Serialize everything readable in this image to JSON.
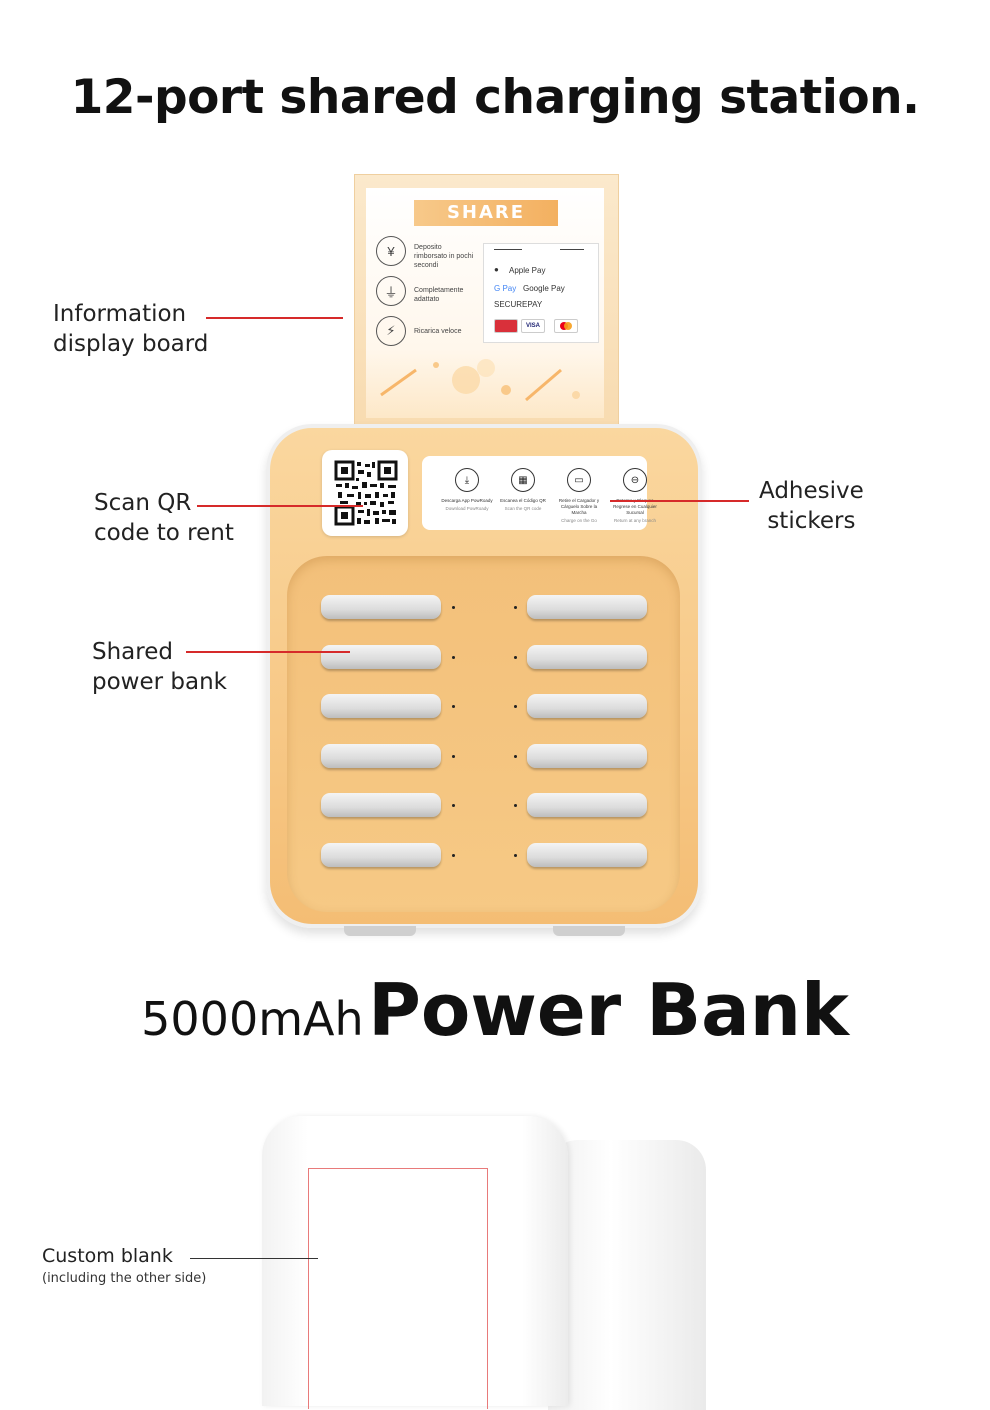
{
  "headline": "12-port shared charging station.",
  "labels": {
    "display_board": [
      "Information",
      "display board"
    ],
    "scan_qr": [
      "Scan QR",
      "code to rent"
    ],
    "power_bank": [
      "Shared",
      "power bank"
    ],
    "stickers": [
      "Adhesive",
      "stickers"
    ]
  },
  "board": {
    "badge": "SHARE",
    "features": [
      {
        "icon": "yen-icon",
        "glyph": "¥",
        "text": "Deposito rimborsato in pochi secondi"
      },
      {
        "icon": "cables-icon",
        "glyph": "⏚",
        "text": "Completamente adattato"
      },
      {
        "icon": "lightning-icon",
        "glyph": "⚡",
        "text": "Ricarica veloce"
      }
    ],
    "payments": [
      "Apple Pay",
      "Google Pay",
      "SECUREPAY"
    ],
    "gpay_mark": "G Pay",
    "cards": [
      "UnionPay",
      "VISA",
      "Mastercard"
    ]
  },
  "sticker_steps": [
    {
      "icon": "download-icon",
      "glyph": "⤓",
      "text": "Descarga App PowRoady",
      "sub": "Download PowRoady"
    },
    {
      "icon": "qr-icon",
      "glyph": "▦",
      "text": "Escanea el Código QR",
      "sub": "Scan the QR code"
    },
    {
      "icon": "charger-icon",
      "glyph": "▭",
      "text": "Retire el Cargador y Cárguelo Sobre la Marcha",
      "sub": "Charge on the Go"
    },
    {
      "icon": "return-icon",
      "glyph": "⊖",
      "text": "Retorne y Bloquee Regrese en Cualquier Sucursal",
      "sub": "Return at any branch"
    }
  ],
  "slots_per_column": 6,
  "power_bank": {
    "capacity": "5000mAh",
    "title": "Power Bank"
  },
  "custom_blank": {
    "label": "Custom blank",
    "note": "(including the other side)"
  },
  "colors": {
    "accent_line": "#d62a2a",
    "station_body": "#f7c886",
    "badge": "#f3b060"
  }
}
